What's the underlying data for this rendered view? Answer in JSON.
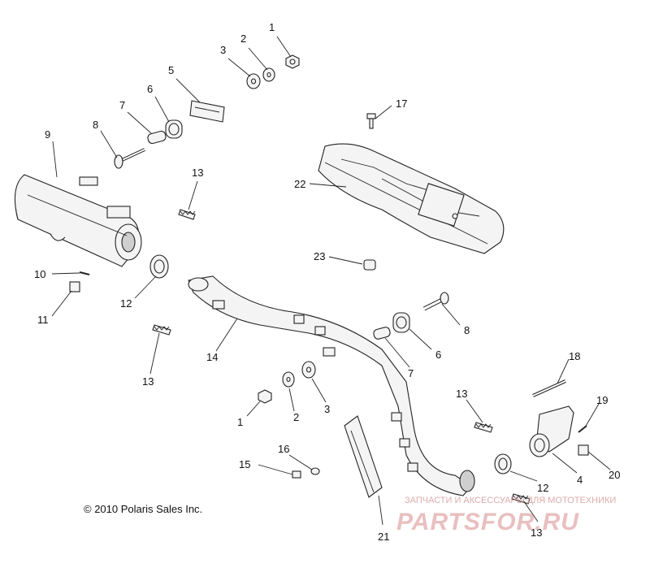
{
  "callouts": {
    "c1a": "1",
    "c2a": "2",
    "c3a": "3",
    "c5": "5",
    "c6a": "6",
    "c7a": "7",
    "c8a": "8",
    "c9": "9",
    "c10": "10",
    "c11": "11",
    "c12a": "12",
    "c13a": "13",
    "c13b": "13",
    "c17": "17",
    "c22": "22",
    "c23": "23",
    "c14": "14",
    "c8b": "8",
    "c6b": "6",
    "c7b": "7",
    "c18": "18",
    "c19": "19",
    "c13c": "13",
    "c4": "4",
    "c20": "20",
    "c12b": "12",
    "c13d": "13",
    "c1b": "1",
    "c2b": "2",
    "c3b": "3",
    "c16": "16",
    "c15": "15",
    "c21": "21"
  },
  "copyright": "© 2010 Polaris Sales Inc.",
  "watermark": {
    "top_line": "ЗАПЧАСТИ И АКСЕССУАРЫ ДЛЯ МОТОТЕХНИКИ",
    "brand": "PARTSFOR.RU"
  },
  "colors": {
    "line": "#222222",
    "watermark": "#e7b9b9"
  }
}
